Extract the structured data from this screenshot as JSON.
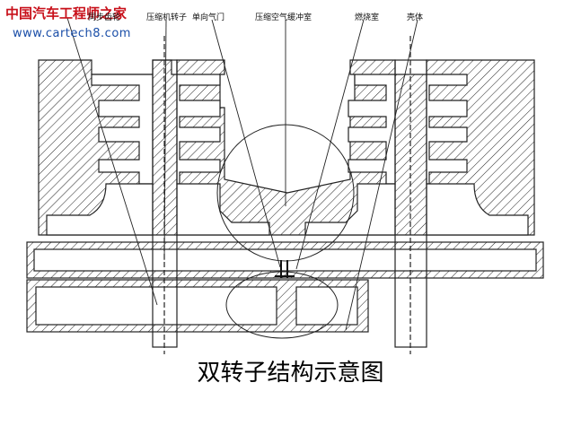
{
  "watermark": {
    "site_name": "中国汽车工程师之家",
    "url": "www.cartech8.com"
  },
  "labels": {
    "rotor_disc": "同步齿轮",
    "compressor_rotor": "压缩机转子",
    "check_valve": "单向气门",
    "buffer_chamber": "压缩空气缓冲室",
    "combustion_chamber": "燃烧室",
    "housing": "壳体"
  },
  "caption": "双转子结构示意图"
}
